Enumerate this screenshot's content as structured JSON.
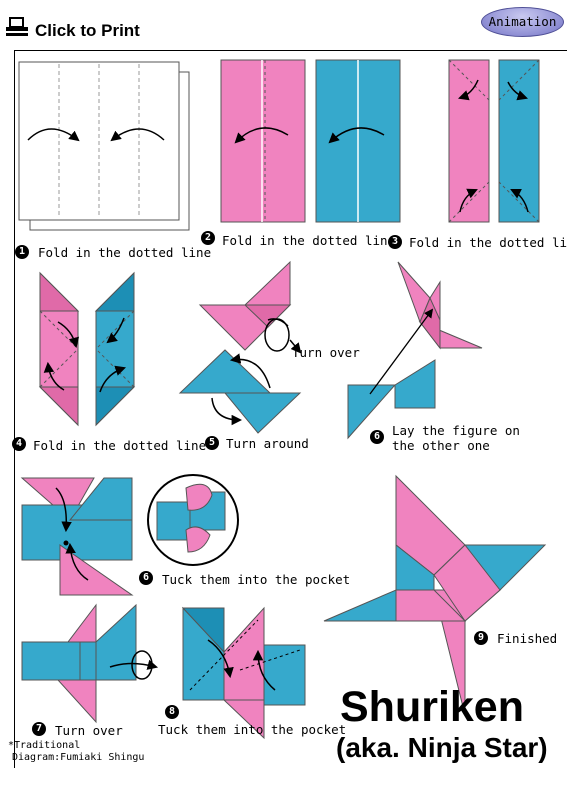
{
  "header": {
    "print_label": "Click to Print",
    "animation_button": "Animation"
  },
  "steps": [
    {
      "num": "1",
      "text": "Fold in the dotted line"
    },
    {
      "num": "2",
      "text": "Fold in the dotted line"
    },
    {
      "num": "3",
      "text": "Fold in the dotted line"
    },
    {
      "num": "4",
      "text": "Fold in the dotted line"
    },
    {
      "num": "5",
      "text": "Turn around"
    },
    {
      "num": "6",
      "text": "Lay the figure on",
      "text2": "the other one"
    },
    {
      "num": "6",
      "text": "Tuck them into the pocket"
    },
    {
      "num": "7",
      "text": "Turn over"
    },
    {
      "num": "8",
      "text": "Tuck them into the pocket"
    },
    {
      "num": "9",
      "text": "Finished"
    }
  ],
  "turn_over_label": "Turn over",
  "credits": {
    "line1": "*Traditional",
    "line2": "Diagram:Fumiaki Shingu"
  },
  "title": {
    "main": "Shuriken",
    "sub": "(aka. Ninja Star)"
  },
  "colors": {
    "pink": "#f083bf",
    "blue": "#36a9cc",
    "dark_blue": "#1d8fb5",
    "button": "#8d8dd3"
  }
}
